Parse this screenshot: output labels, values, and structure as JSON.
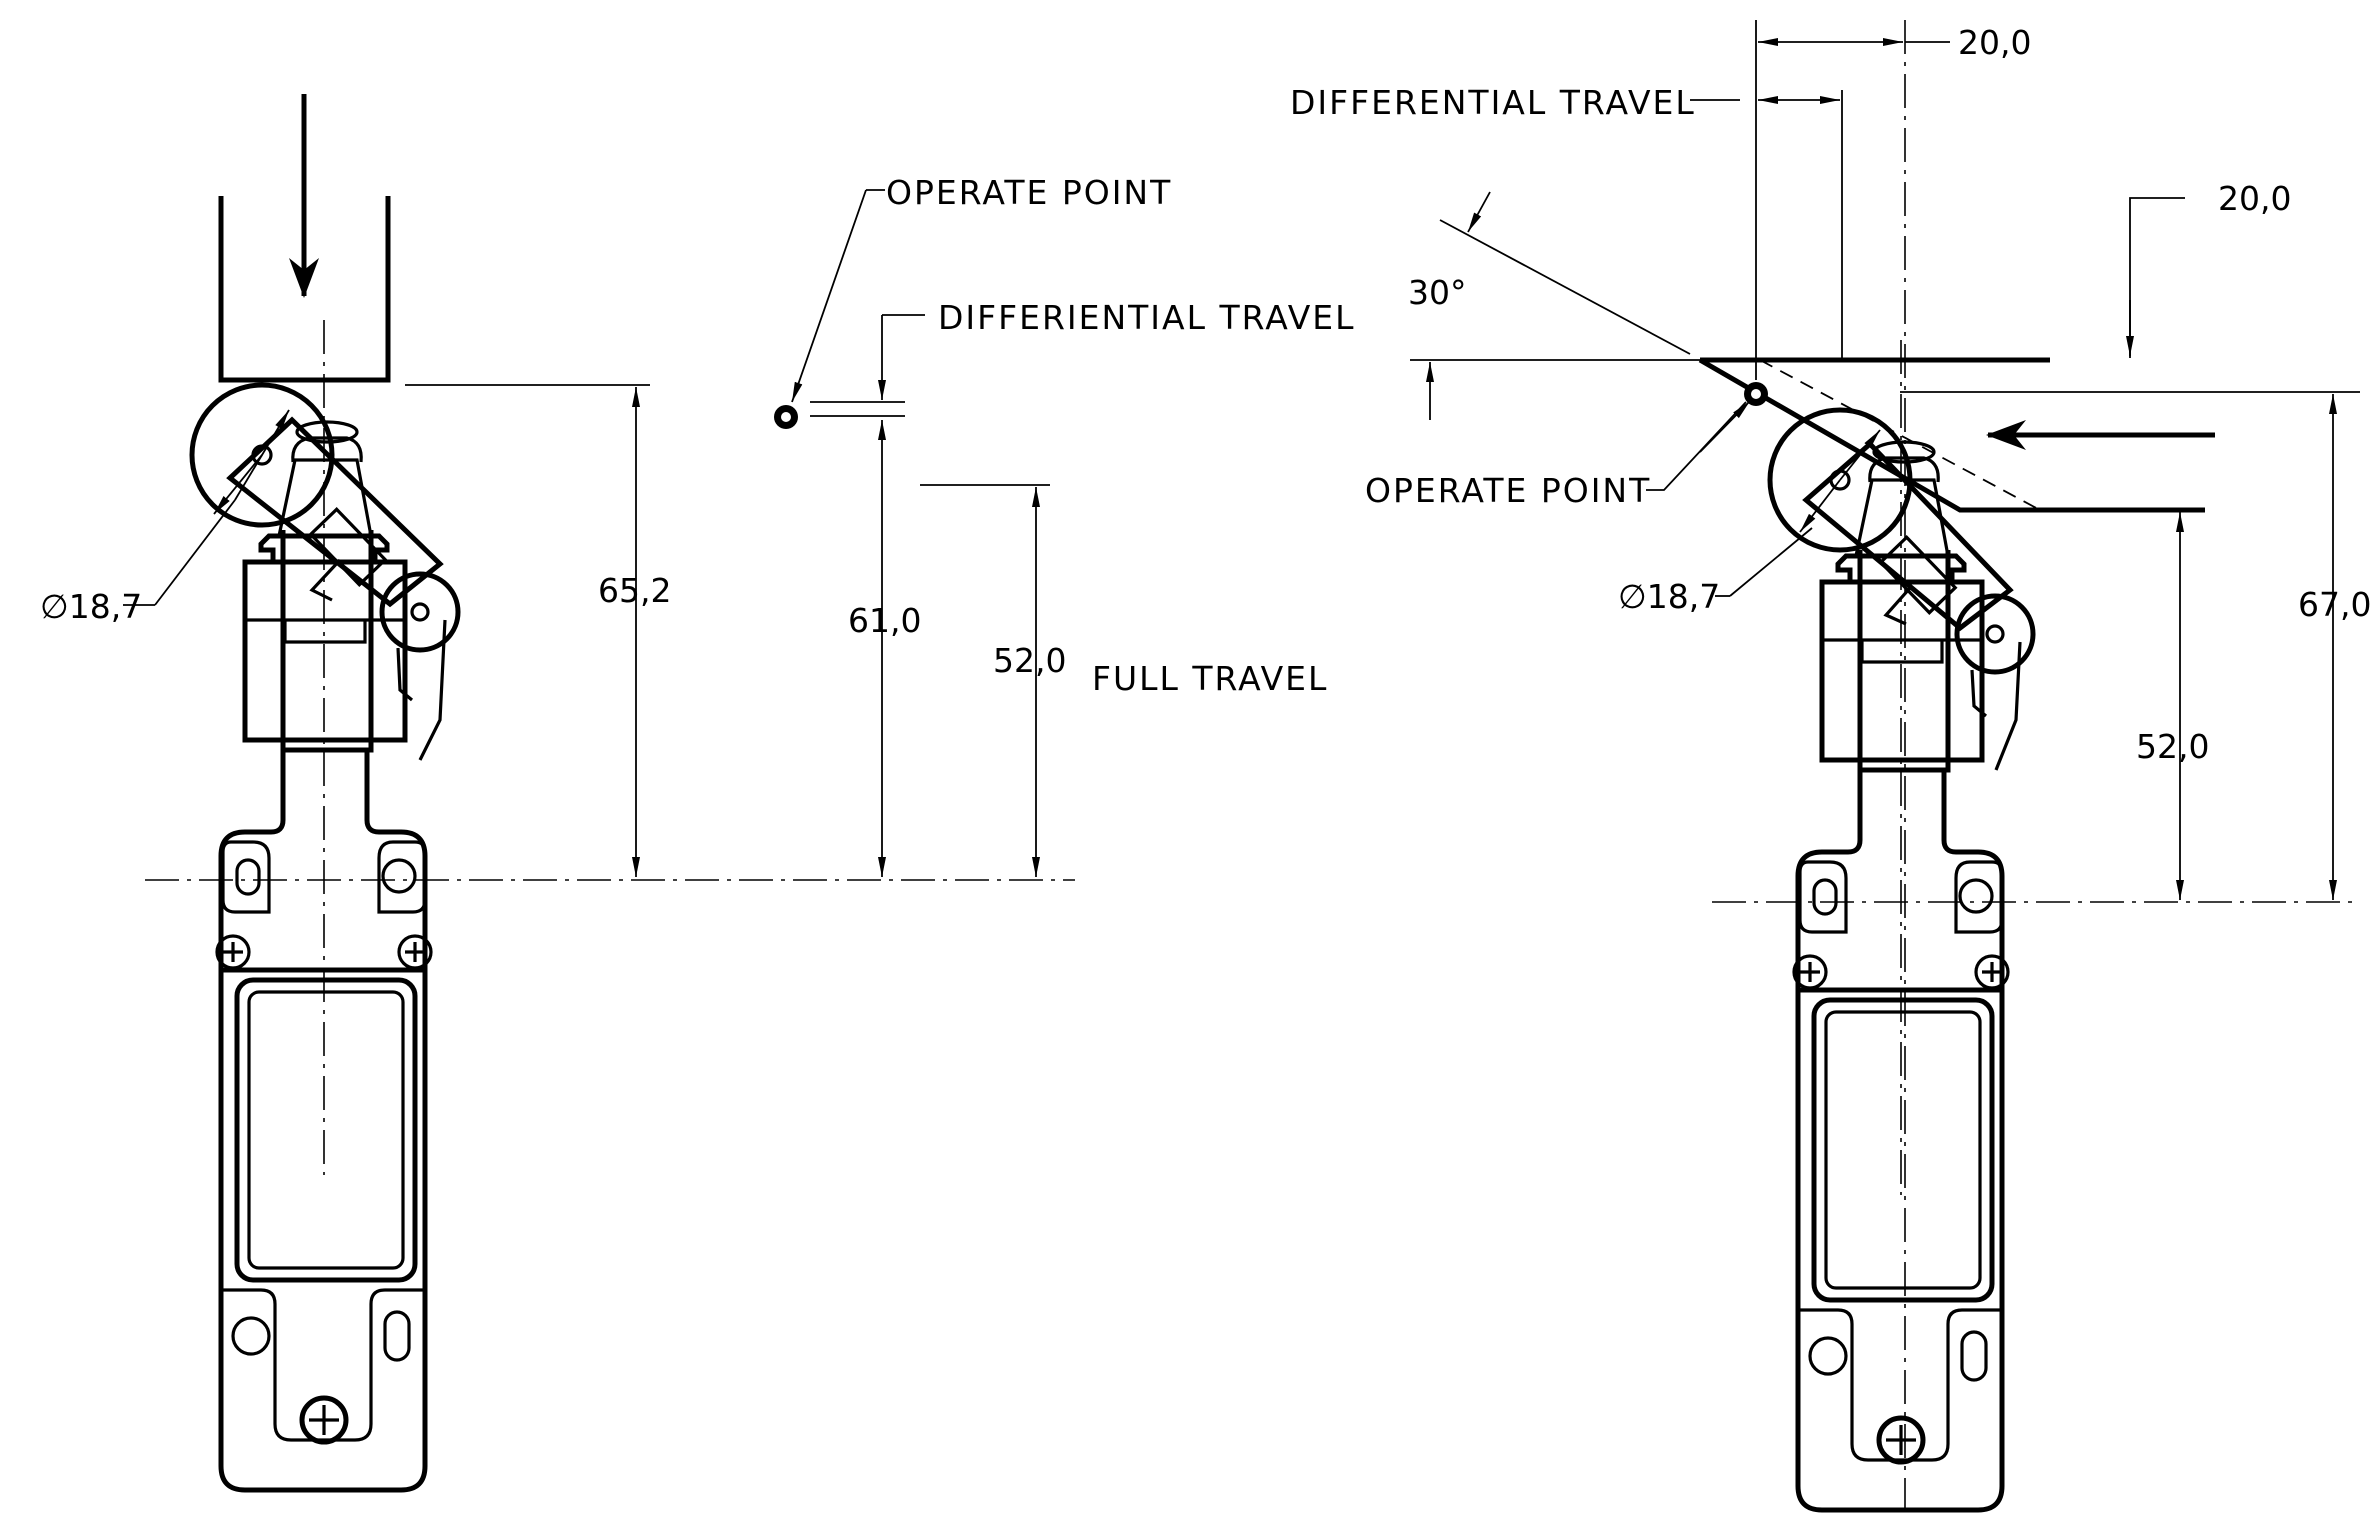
{
  "labels": {
    "operate_point_left": "OPERATE POINT",
    "differential_travel_left": "DIFFERIENTIAL TRAVEL",
    "full_travel": "FULL TRAVEL",
    "differential_travel_right": "DIFFERENTIAL TRAVEL",
    "operate_point_right": "OPERATE POINT"
  },
  "dimensions": {
    "roller_diameter_left": "∅18,7",
    "height_65": "65,2",
    "height_61": "61,0",
    "full_travel_52": "52,0",
    "top_20": "20,0",
    "right_20": "20,0",
    "angle": "30°",
    "roller_diameter_right": "∅18,7",
    "height_67": "67,0",
    "right_52": "52,0"
  }
}
